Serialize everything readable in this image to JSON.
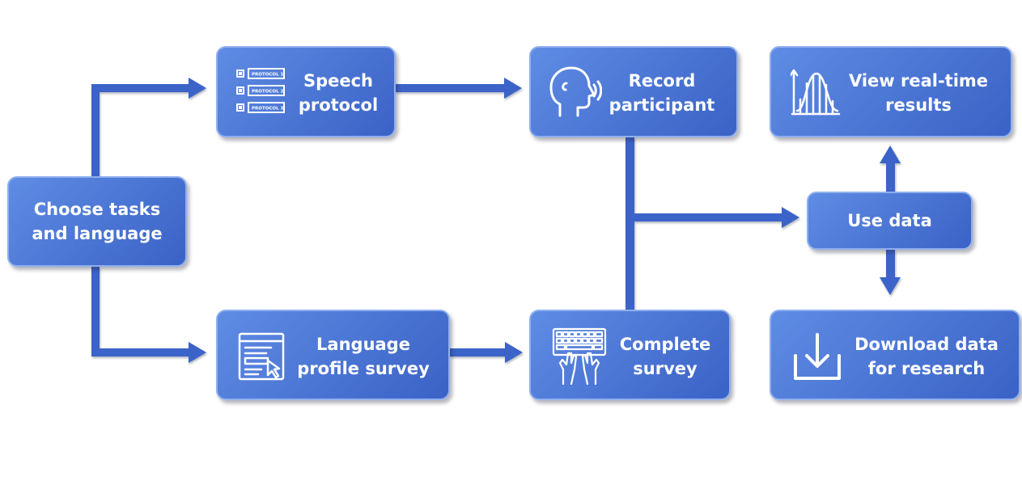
{
  "nodes": {
    "choose": {
      "lines": [
        "Choose tasks",
        "and language"
      ]
    },
    "speech": {
      "lines": [
        "Speech",
        "protocol"
      ],
      "icon": "protocol-list-icon",
      "icon_rows": [
        "PROTOCOL 1",
        "PROTOCOL 2",
        "PROTOCOL 3"
      ]
    },
    "record": {
      "lines": [
        "Record",
        "participant"
      ],
      "icon": "speaking-head-icon"
    },
    "view": {
      "lines": [
        "View real-time",
        "results"
      ],
      "icon": "distribution-chart-icon"
    },
    "use": {
      "lines": [
        "Use data"
      ]
    },
    "language": {
      "lines": [
        "Language",
        "profile survey"
      ],
      "icon": "survey-form-icon"
    },
    "complete": {
      "lines": [
        "Complete",
        "survey"
      ],
      "icon": "keyboard-typing-icon"
    },
    "download": {
      "lines": [
        "Download data",
        "for research"
      ],
      "icon": "download-icon"
    }
  },
  "colors": {
    "box_start": "#5f8ce4",
    "box_end": "#3a62c6",
    "box_border": "#8fb0ee",
    "connector": "#3a63c8",
    "text": "#ffffff"
  }
}
